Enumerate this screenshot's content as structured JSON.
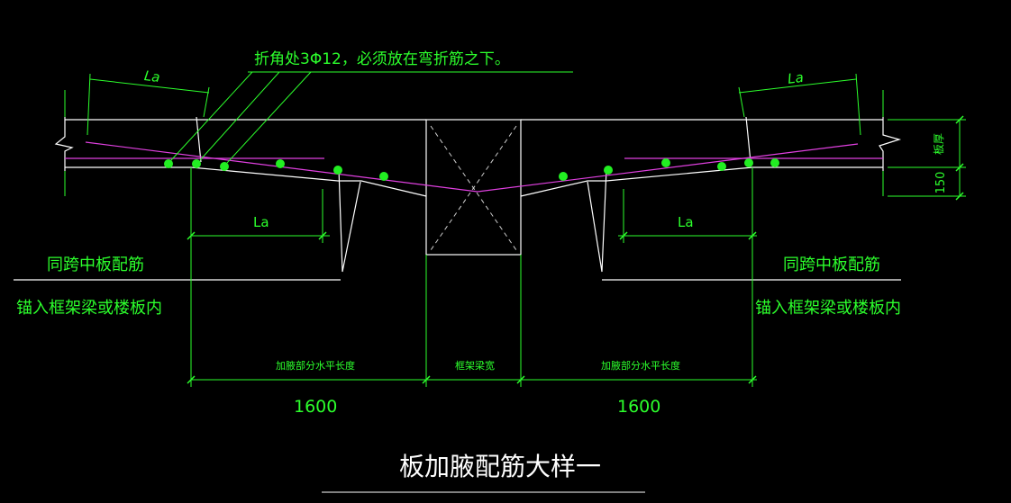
{
  "colors": {
    "background": "#000000",
    "concrete": "#ffffff",
    "rebar": "#e040e0",
    "dimension": "#2cff2c",
    "dot": "#22ee22"
  },
  "labels": {
    "callout_note": "折角处3Φ12，必须放在弯折筋之下。",
    "la_top_left": "La",
    "la_top_right": "La",
    "la_mid_left": "La",
    "la_mid_right": "La",
    "thickness_label": "板厚",
    "dim_150": "150",
    "same_span_left": "同跨中板配筋",
    "same_span_right": "同跨中板配筋",
    "anchor_left": "锚入框架梁或楼板内",
    "anchor_right": "锚入框架梁或楼板内",
    "haunch_horizontal_left": "加腋部分水平长度",
    "beam_width": "框架梁宽",
    "haunch_horizontal_right": "加腋部分水平长度",
    "dim_1600_left": "1600",
    "dim_1600_right": "1600",
    "title": "板加腋配筋大样一"
  }
}
